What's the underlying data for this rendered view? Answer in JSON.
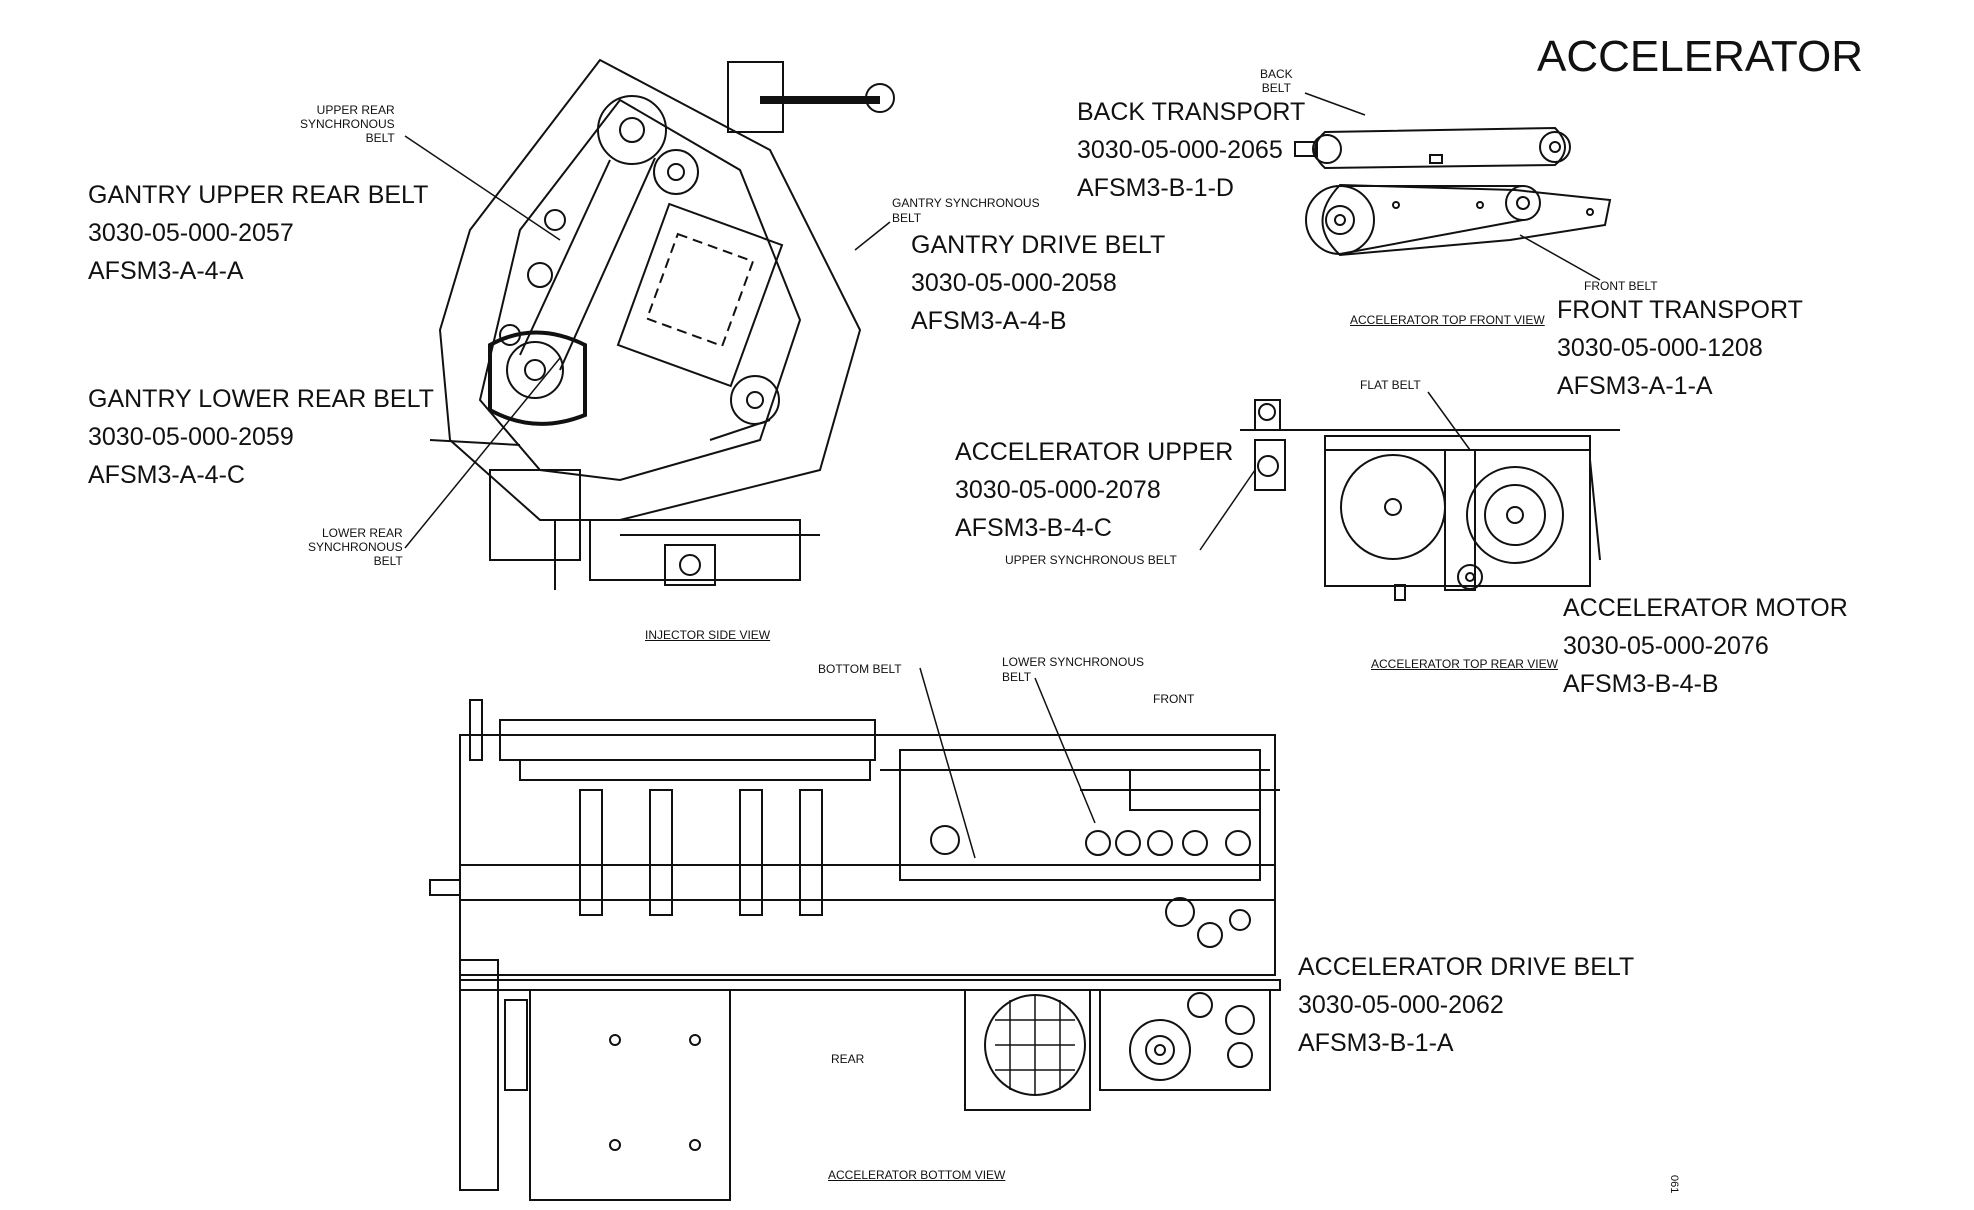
{
  "title": "ACCELERATOR",
  "parts": [
    {
      "name": "GANTRY UPPER REAR BELT",
      "pn": "3030-05-000-2057",
      "loc": "AFSM3-A-4-A"
    },
    {
      "name": "GANTRY DRIVE BELT",
      "pn": "3030-05-000-2058",
      "loc": "AFSM3-A-4-B"
    },
    {
      "name": "GANTRY LOWER REAR BELT",
      "pn": "3030-05-000-2059",
      "loc": "AFSM3-A-4-C"
    },
    {
      "name": "BACK TRANSPORT",
      "pn": "3030-05-000-2065",
      "loc": "AFSM3-B-1-D"
    },
    {
      "name": "FRONT TRANSPORT",
      "pn": "3030-05-000-1208",
      "loc": "AFSM3-A-1-A"
    },
    {
      "name": "ACCELERATOR UPPER",
      "pn": "3030-05-000-2078",
      "loc": "AFSM3-B-4-C"
    },
    {
      "name": "ACCELERATOR MOTOR",
      "pn": "3030-05-000-2076",
      "loc": "AFSM3-B-4-B"
    },
    {
      "name": "ACCELERATOR DRIVE BELT",
      "pn": "3030-05-000-2062",
      "loc": "AFSM3-B-1-A"
    }
  ],
  "callouts": {
    "upper_rear_sync": [
      "UPPER REAR",
      "SYNCHRONOUS",
      "BELT"
    ],
    "lower_rear_sync": [
      "LOWER REAR",
      "SYNCHRONOUS",
      "BELT"
    ],
    "gantry_sync": [
      "GANTRY SYNCHRONOUS",
      "BELT"
    ],
    "back_belt": [
      "BACK",
      "BELT"
    ],
    "front_belt": "FRONT BELT",
    "flat_belt": "FLAT BELT",
    "upper_sync_belt": "UPPER SYNCHRONOUS BELT",
    "bottom_belt": "BOTTOM BELT",
    "lower_sync_belt": [
      "LOWER SYNCHRONOUS",
      "BELT"
    ],
    "front": "FRONT",
    "rear": "REAR"
  },
  "views": {
    "injector_side": "INJECTOR SIDE VIEW",
    "top_front": "ACCELERATOR TOP FRONT VIEW",
    "top_rear": "ACCELERATOR TOP REAR VIEW",
    "bottom": "ACCELERATOR BOTTOM VIEW"
  },
  "page_code": "061"
}
